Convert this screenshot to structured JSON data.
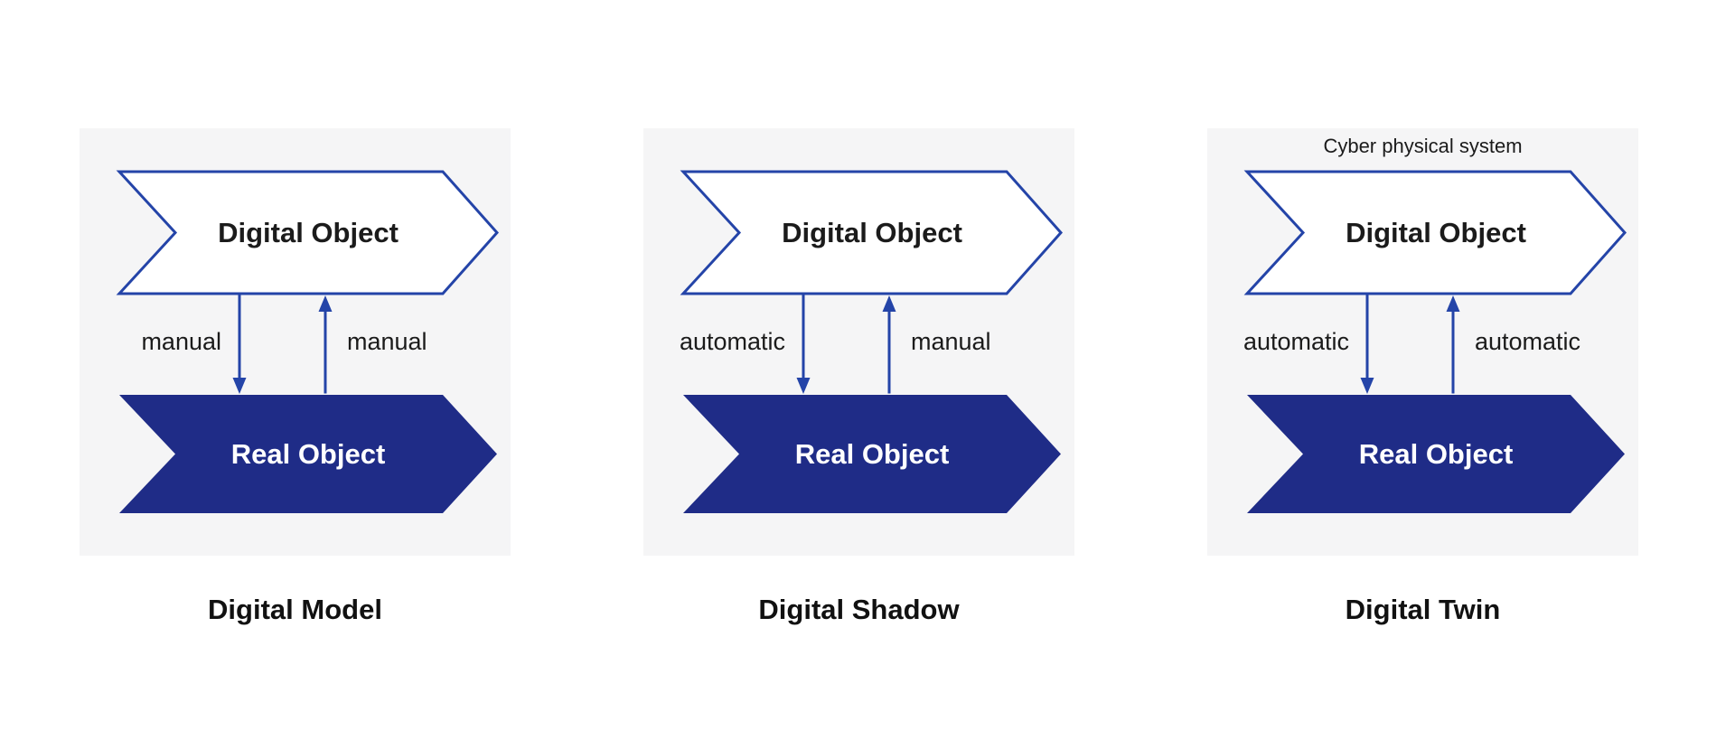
{
  "colors": {
    "navy": "#1F2C87",
    "blue": "#2444A8",
    "panel-bg": "#F5F5F6",
    "ink": "#1B1B1B",
    "white": "#FFFFFF"
  },
  "panels": [
    {
      "name": "digital-model",
      "header_label": "",
      "digital_object_label": "Digital Object",
      "real_object_label": "Real Object",
      "left_arrow": {
        "label": "manual",
        "direction": "down"
      },
      "right_arrow": {
        "label": "manual",
        "direction": "up"
      },
      "title": "Digital Model"
    },
    {
      "name": "digital-shadow",
      "header_label": "",
      "digital_object_label": "Digital Object",
      "real_object_label": "Real Object",
      "left_arrow": {
        "label": "automatic",
        "direction": "down"
      },
      "right_arrow": {
        "label": "manual",
        "direction": "up"
      },
      "title": "Digital Shadow"
    },
    {
      "name": "digital-twin",
      "header_label": "Cyber physical system",
      "digital_object_label": "Digital Object",
      "real_object_label": "Real Object",
      "left_arrow": {
        "label": "automatic",
        "direction": "down"
      },
      "right_arrow": {
        "label": "automatic",
        "direction": "up"
      },
      "title": "Digital Twin"
    }
  ]
}
